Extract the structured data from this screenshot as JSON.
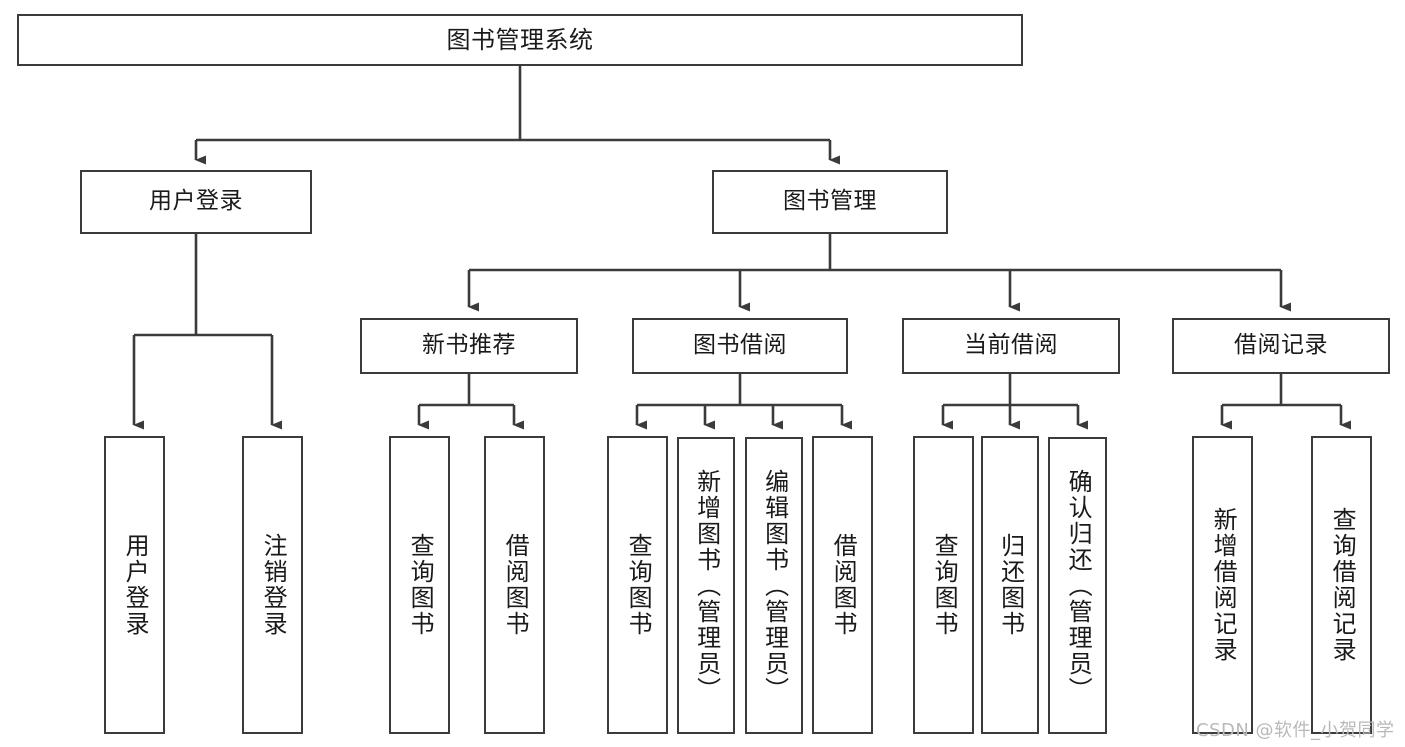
{
  "diagram": {
    "title": "图书管理系统",
    "type": "tree",
    "stroke_color": "#3b3b3b",
    "text_color": "#1a1a1a",
    "background": "#ffffff",
    "levels": {
      "root": {
        "label": "图书管理系统"
      },
      "level2": [
        {
          "id": "user-login",
          "label": "用户登录"
        },
        {
          "id": "book-manage",
          "label": "图书管理"
        }
      ],
      "level3": [
        {
          "id": "new-book-recommend",
          "label": "新书推荐"
        },
        {
          "id": "book-borrow",
          "label": "图书借阅"
        },
        {
          "id": "current-borrow",
          "label": "当前借阅"
        },
        {
          "id": "borrow-record",
          "label": "借阅记录"
        }
      ],
      "leaves": [
        {
          "id": "leaf-user-login",
          "label": "用户登录",
          "parent": "user-login"
        },
        {
          "id": "leaf-logout-login",
          "label": "注销登录",
          "parent": "user-login"
        },
        {
          "id": "leaf-query-book-1",
          "label": "查询图书",
          "parent": "new-book-recommend"
        },
        {
          "id": "leaf-borrow-book-1",
          "label": "借阅图书",
          "parent": "new-book-recommend"
        },
        {
          "id": "leaf-query-book-2",
          "label": "查询图书",
          "parent": "book-borrow"
        },
        {
          "id": "leaf-add-book-admin",
          "label": "新增图书（管理员）",
          "parent": "book-borrow"
        },
        {
          "id": "leaf-edit-book-admin",
          "label": "编辑图书（管理员）",
          "parent": "book-borrow"
        },
        {
          "id": "leaf-borrow-book-2",
          "label": "借阅图书",
          "parent": "book-borrow"
        },
        {
          "id": "leaf-query-book-3",
          "label": "查询图书",
          "parent": "current-borrow"
        },
        {
          "id": "leaf-return-book",
          "label": "归还图书",
          "parent": "current-borrow"
        },
        {
          "id": "leaf-confirm-return-admin",
          "label": "确认归还（管理员）",
          "parent": "current-borrow"
        },
        {
          "id": "leaf-add-borrow-record",
          "label": "新增借阅记录",
          "parent": "borrow-record"
        },
        {
          "id": "leaf-query-borrow-record",
          "label": "查询借阅记录",
          "parent": "borrow-record"
        }
      ]
    }
  },
  "watermark": {
    "text": "CSDN @软件_小贺同学"
  }
}
